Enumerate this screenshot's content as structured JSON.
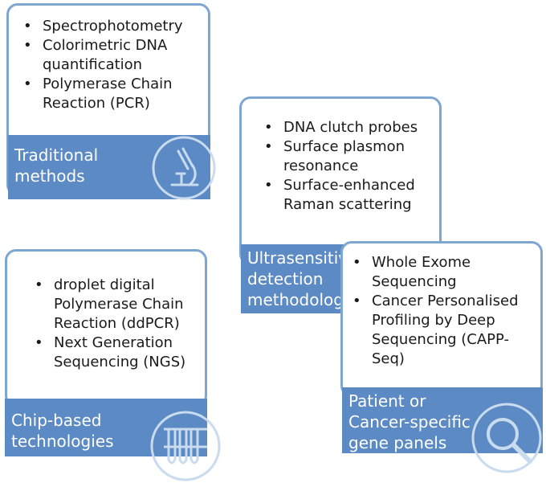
{
  "cards": {
    "traditional": {
      "items": [
        "Spectrophotometry",
        "Colorimetric DNA quantification",
        "Polymerase Chain Reaction (PCR)"
      ],
      "label_lines": [
        "Traditional",
        "methods"
      ],
      "icon": "microscope-icon"
    },
    "ultrasensitive": {
      "items": [
        "DNA clutch probes",
        "Surface plasmon resonance",
        "Surface-enhanced Raman scattering"
      ],
      "label_lines": [
        "Ultrasensitive",
        "detection",
        "methodologies"
      ],
      "icon": null
    },
    "chip": {
      "items": [
        "droplet digital Polymerase Chain Reaction (ddPCR)",
        "Next Generation Sequencing (NGS)"
      ],
      "label_lines": [
        "Chip-based",
        "technologies"
      ],
      "icon": "test-tubes-icon"
    },
    "patient": {
      "items": [
        "Whole Exome Sequencing",
        "Cancer Personalised Profiling by Deep Sequencing (CAPP-Seq)"
      ],
      "label_lines": [
        "Patient or",
        "Cancer-specific",
        "gene panels"
      ],
      "icon": "magnifier-icon"
    }
  },
  "colors": {
    "border": "#7ea6d3",
    "label_bg": "#5b8ac4",
    "icon": "#c9dbef"
  }
}
